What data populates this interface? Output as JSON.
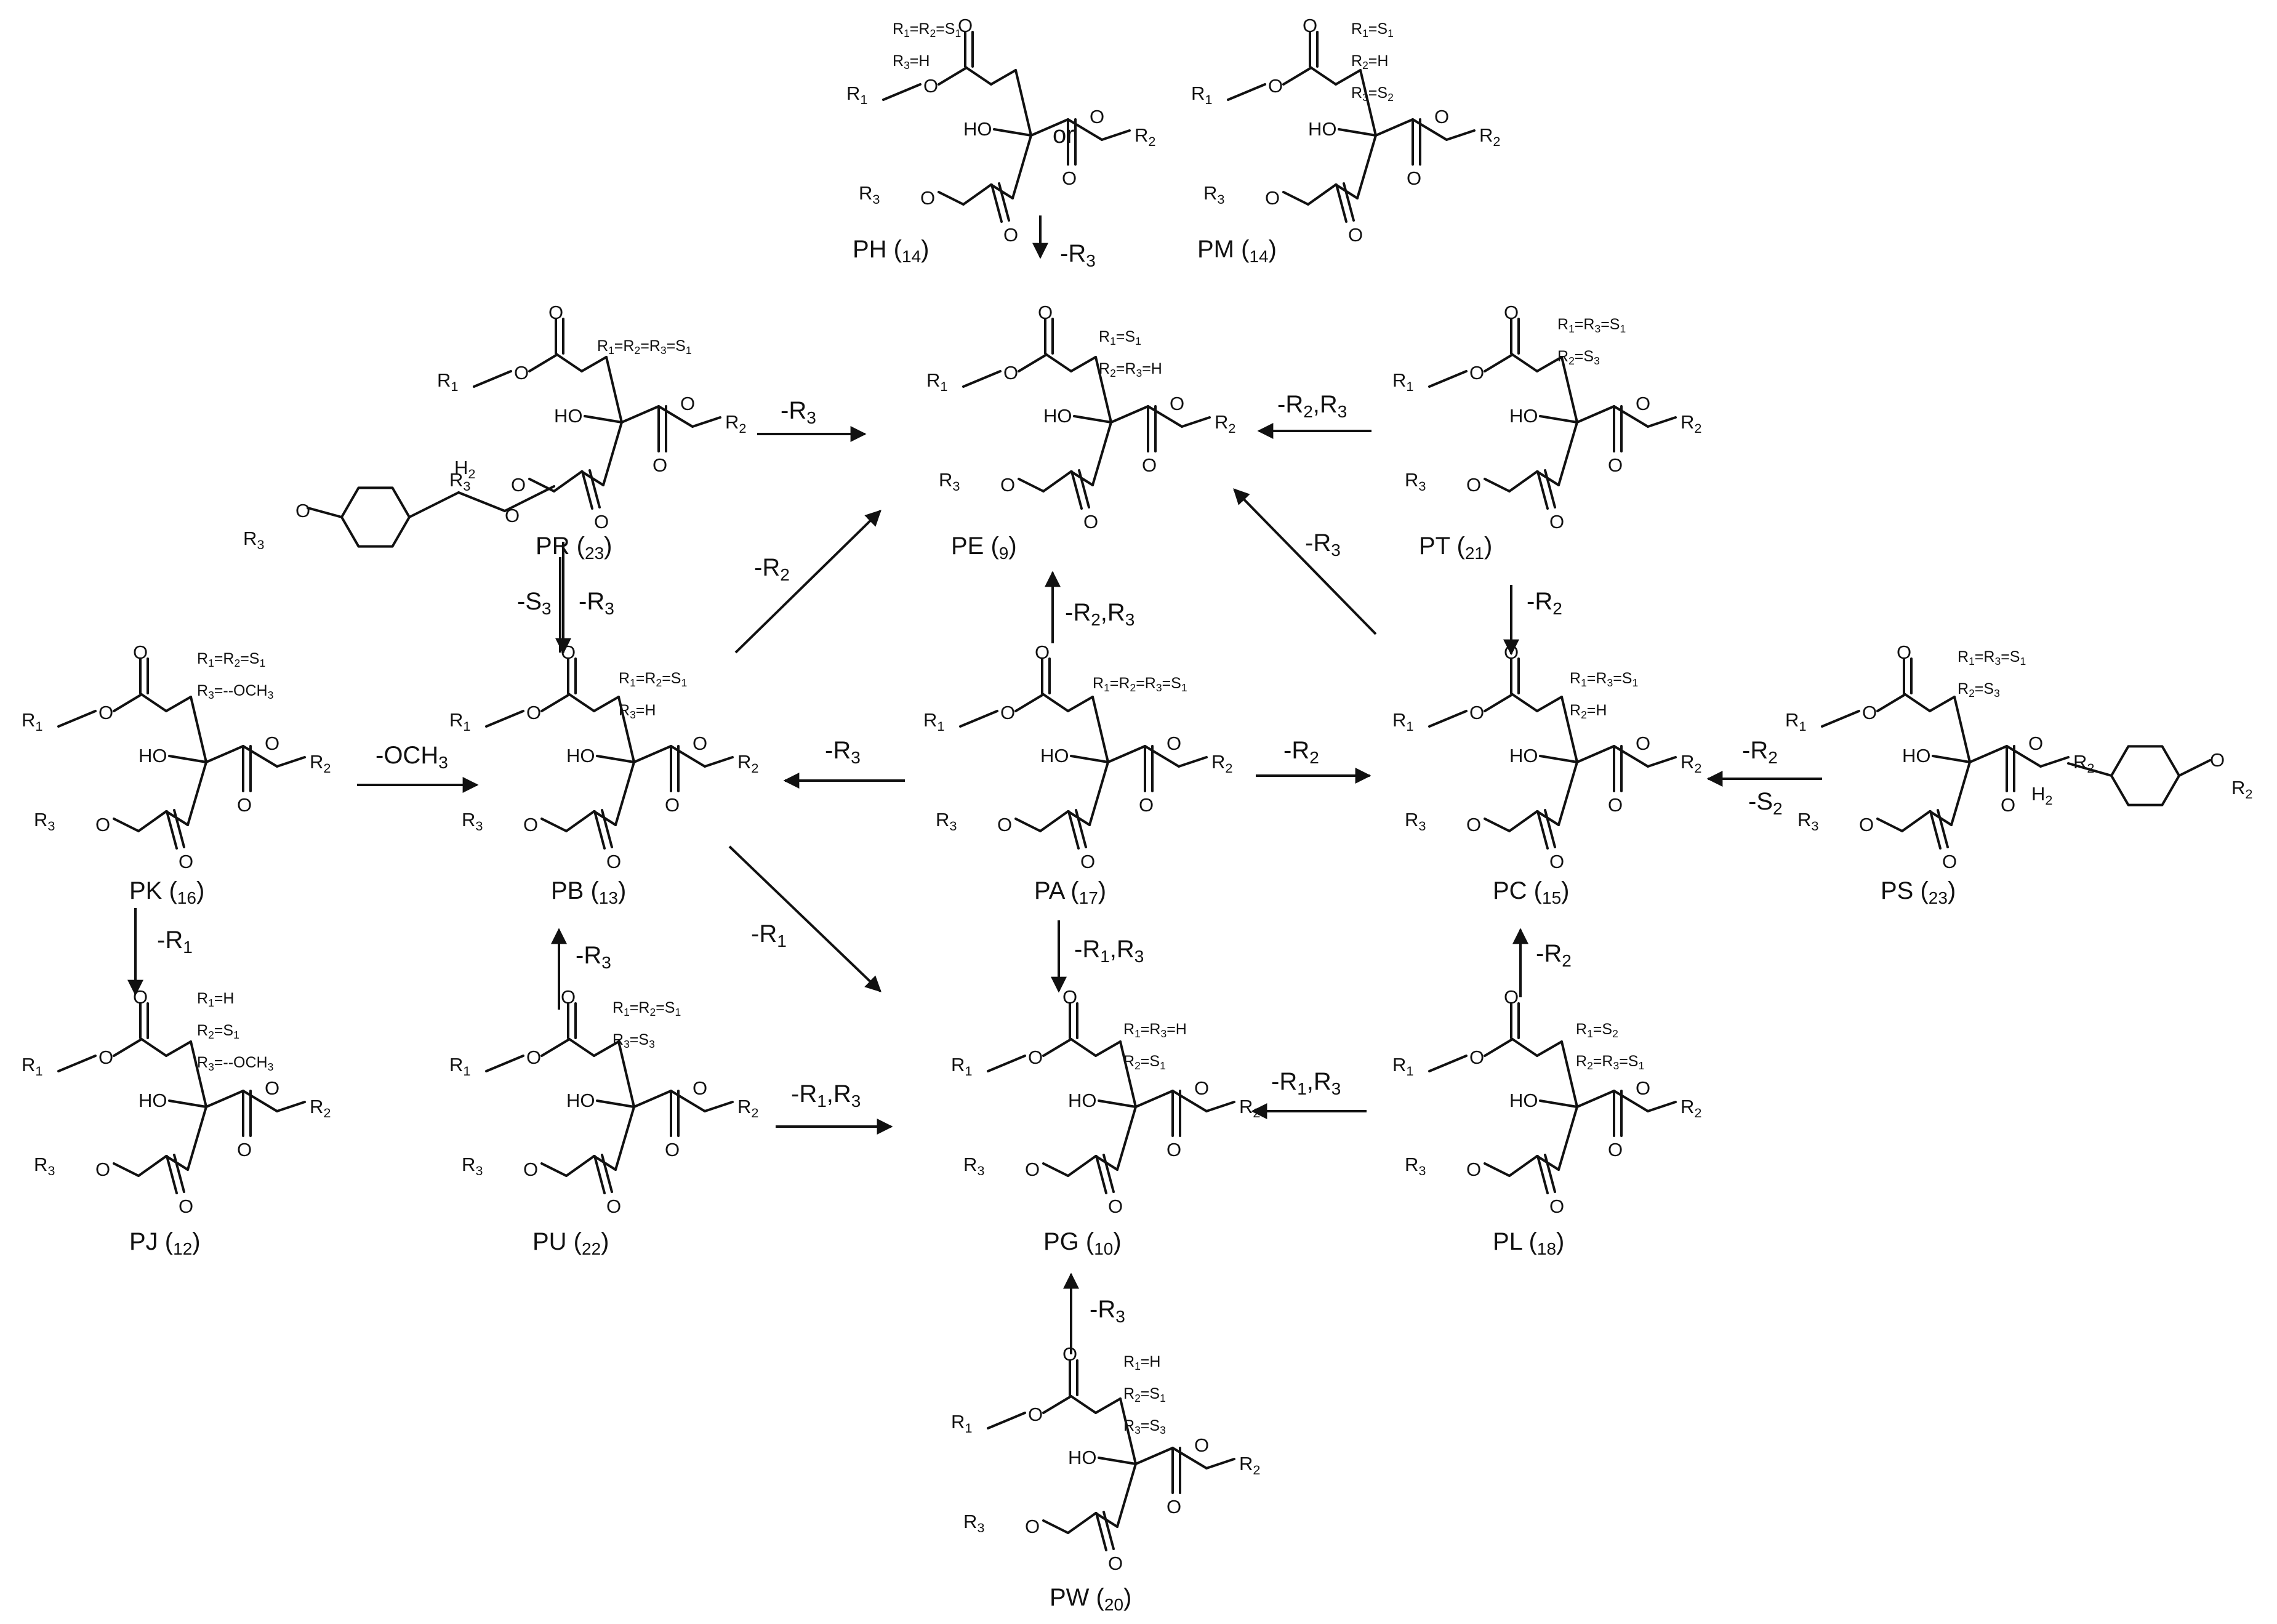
{
  "compounds": {
    "PH": {
      "label": "PH (14)",
      "subs": [
        "R1=R2=S1",
        "R3=H"
      ]
    },
    "PM": {
      "label": "PM (14)",
      "subs": [
        "R1=S1",
        "R2=H",
        "R3=S2"
      ]
    },
    "PE": {
      "label": "PE (9)",
      "subs": [
        "R1=S1",
        "R2=R3=H"
      ]
    },
    "PR": {
      "label": "PR (23)",
      "subs": [
        "R1=R2=R3=S1"
      ]
    },
    "PT": {
      "label": "PT (21)",
      "subs": [
        "R1=R3=S1",
        "R2=S3"
      ]
    },
    "PK": {
      "label": "PK (16)",
      "subs": [
        "R1=R2=S1",
        "R3=--OCH3"
      ]
    },
    "PB": {
      "label": "PB (13)",
      "subs": [
        "R1=R2=S1",
        "R3=H"
      ]
    },
    "PA": {
      "label": "PA (17)",
      "subs": [
        "R1=R2=R3=S1"
      ]
    },
    "PC": {
      "label": "PC (15)",
      "subs": [
        "R1=R3=S1",
        "R2=H"
      ]
    },
    "PS": {
      "label": "PS (23)",
      "subs": [
        "R1=R3=S1",
        "R2=S3"
      ]
    },
    "PJ": {
      "label": "PJ (12)",
      "subs": [
        "R1=H",
        "R2=S1",
        "R3=--OCH3"
      ]
    },
    "PU": {
      "label": "PU (22)",
      "subs": [
        "R1=R2=S1",
        "R3=S3"
      ]
    },
    "PG": {
      "label": "PG (10)",
      "subs": [
        "R1=R3=H",
        "R2=S1"
      ]
    },
    "PL": {
      "label": "PL (18)",
      "subs": [
        "R1=S2",
        "R2=R3=S1"
      ]
    },
    "PW": {
      "label": "PW (20)",
      "subs": [
        "R1=H",
        "R2=S1",
        "R3=S3"
      ]
    }
  },
  "or_text": "or",
  "atoms": {
    "R1": "R1",
    "R2": "R2",
    "R3": "R3",
    "O": "O",
    "OH": "HO",
    "H2": "H2"
  },
  "arrows": {
    "ph_pe": "-R3",
    "pr_pe": "-R3",
    "pt_pe": "-R2,R3",
    "pb_pe": "-R2",
    "pa_pe": "-R2,R3",
    "pc_pe": "-R3",
    "pr_pb_a": "-S3",
    "pr_pb_b": "-R3",
    "pt_pc": "-R2",
    "pk_pb": "-OCH3",
    "pa_pb": "-R3",
    "pa_pc": "-R2",
    "ps_pc_a": "-R2",
    "ps_pc_b": "-S2",
    "pk_pj": "-R1",
    "pu_pb": "-R3",
    "pb_pg": "-R1",
    "pa_pg": "-R1,R3",
    "pu_pg": "-R1,R3",
    "pl_pg": "-R1,R3",
    "pl_pc": "-R2",
    "pw_pg": "-R3"
  },
  "colors": {
    "ink": "#111111",
    "background": "#ffffff"
  }
}
